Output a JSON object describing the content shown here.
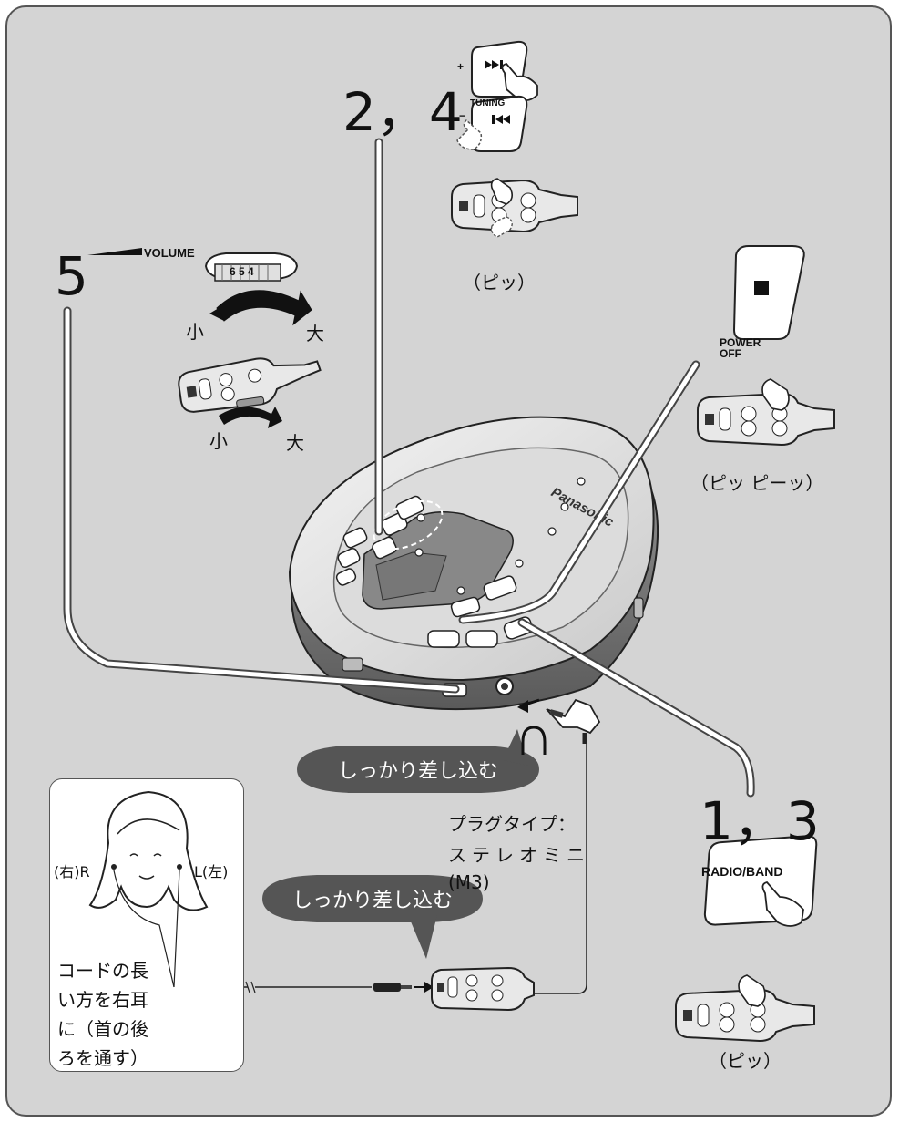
{
  "steps": {
    "step_2_4": "2，4",
    "step_5": "5",
    "step_1_3": "1，3"
  },
  "labels": {
    "tuning": "TUNING",
    "plus": "+",
    "minus": "−",
    "volume": "VOLUME",
    "dial_digits": "6 5 4",
    "power_off": "POWER\nOFF",
    "radio_band": "RADIO/BAND",
    "brand": "Panasonic"
  },
  "volume_hints": {
    "small": "小",
    "large": "大"
  },
  "beeps": {
    "beep_tuning": "（ピッ）",
    "beep_power": "（ピッ ピーッ）",
    "beep_radio": "（ピッ）"
  },
  "connection": {
    "insert_firmly_top": "しっかり差し込む",
    "insert_firmly_bottom": "しっかり差し込む",
    "plug_type_line1": "プラグタイプ：",
    "plug_type_line2": "ステレオミニ",
    "plug_type_line3": "(M3)"
  },
  "earphone_note": {
    "right": "(右)R",
    "left": "L(左)",
    "line1": "コードの長",
    "line2": "い方を右耳",
    "line3": "に（首の後",
    "line4": "ろを通す）"
  },
  "colors": {
    "panel_bg": "#d4d4d4",
    "bubble_bg": "#555555",
    "device_body": "#e6e6e6",
    "outline": "#222222"
  }
}
